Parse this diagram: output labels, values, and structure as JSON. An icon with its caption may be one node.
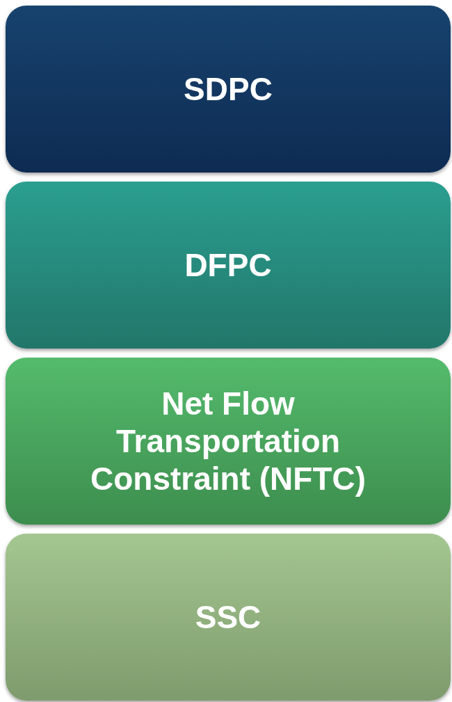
{
  "diagram": {
    "nodes": [
      {
        "text": [
          "SDPC"
        ]
      },
      {
        "text": [
          "DFPC"
        ]
      },
      {
        "text": [
          "Net Flow Transportation Constraint (NFTC)"
        ]
      },
      {
        "text": [
          "SSC"
        ]
      }
    ]
  }
}
